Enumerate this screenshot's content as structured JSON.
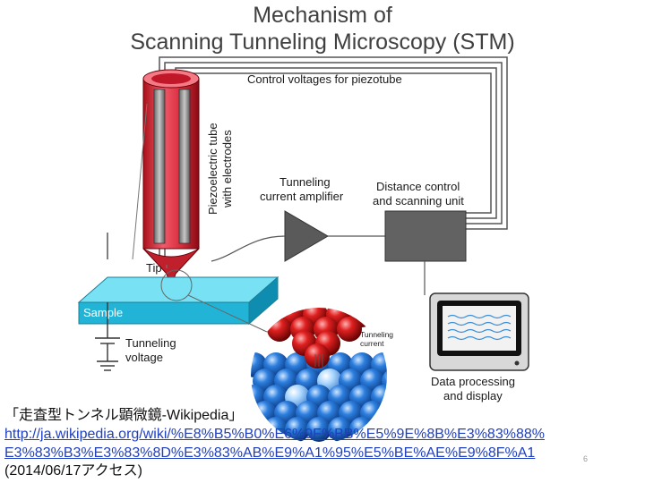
{
  "slide": {
    "title_line1": "Mechanism of",
    "title_line2": "Scanning Tunneling Microscopy (STM)",
    "page_number": "6"
  },
  "diagram": {
    "control_voltages": "Control voltages for piezotube",
    "piezo_line1": "Piezoelectric tube",
    "piezo_line2": "with electrodes",
    "amp_line1": "Tunneling",
    "amp_line2": "current amplifier",
    "dist_line1": "Distance control",
    "dist_line2": "and scanning unit",
    "tip": "Tip",
    "sample": "Sample",
    "tunneling_current_line1": "Tunneling",
    "tunneling_current_line2": "current",
    "tunneling_voltage_line1": "Tunneling",
    "tunneling_voltage_line2": "voltage",
    "data_line1": "Data processing",
    "data_line2": "and display"
  },
  "citation": {
    "source": "「走査型トンネル顕微鏡-Wikipedia」",
    "url_line1": "http://ja.wikipedia.org/wiki/%E8%B5%B0%E6%9F%BB%E5%9E%8B%E3%83%88%",
    "url_line2": "E3%83%B3%E3%83%8D%E3%83%AB%E9%A1%95%E5%BE%AE%E9%8F%A1",
    "accessed": "(2014/06/17アクセス)"
  }
}
